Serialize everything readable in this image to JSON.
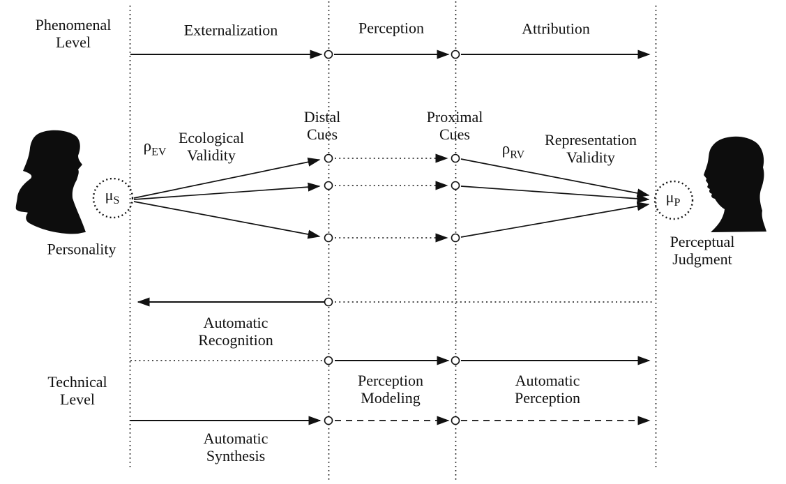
{
  "labels": {
    "phenomenal_level": "Phenomenal\nLevel",
    "externalization": "Externalization",
    "perception": "Perception",
    "attribution": "Attribution",
    "distal_cues": "Distal\nCues",
    "proximal_cues": "Proximal\nCues",
    "ecological_validity": "Ecological\nValidity",
    "representation_validity": "Representation\nValidity",
    "personality": "Personality",
    "perceptual_judgment": "Perceptual\nJudgment",
    "automatic_recognition": "Automatic\nRecognition",
    "technical_level": "Technical\nLevel",
    "perception_modeling": "Perception\nModeling",
    "automatic_perception": "Automatic\nPerception",
    "automatic_synthesis": "Automatic\nSynthesis"
  },
  "symbols": {
    "mu_s": {
      "base": "μ",
      "sub": "S"
    },
    "mu_p": {
      "base": "μ",
      "sub": "P"
    },
    "rho_ev": {
      "base": "ρ",
      "sub": "EV"
    },
    "rho_rv": {
      "base": "ρ",
      "sub": "RV"
    }
  },
  "icons": {
    "sender": "female-profile-silhouette",
    "perceiver": "male-profile-silhouette"
  },
  "colors": {
    "ink": "#111111",
    "background": "#ffffff"
  }
}
